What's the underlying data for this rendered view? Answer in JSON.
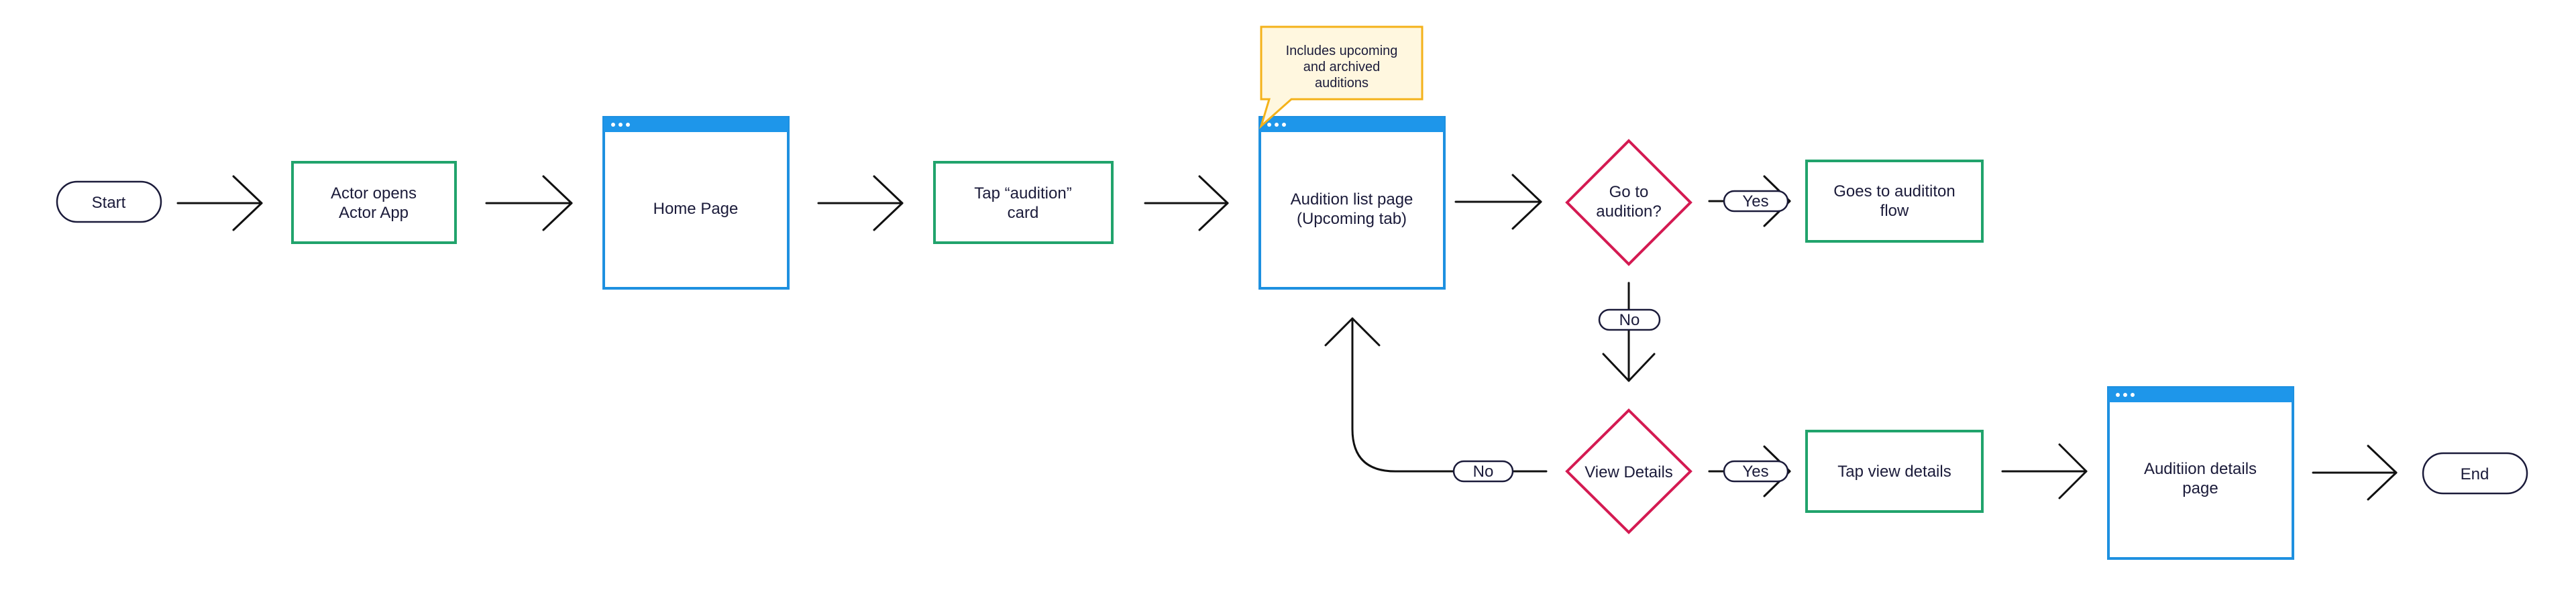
{
  "nodes": {
    "start": "Start",
    "actor_opens": [
      "Actor opens",
      "Actor App"
    ],
    "home_page": "Home Page",
    "tap_audition_card": [
      "Tap “audition”",
      "card"
    ],
    "audition_list": [
      "Audition list page",
      "(Upcoming tab)"
    ],
    "go_to_audition": [
      "Go to",
      "audition?"
    ],
    "goes_to_flow": [
      "Goes to audititon",
      "flow"
    ],
    "view_details": "View Details",
    "tap_view_details": "Tap view details",
    "audition_details": [
      "Auditiion details",
      "page"
    ],
    "end": "End"
  },
  "note": [
    "Includes upcoming",
    "and archived",
    "auditions"
  ],
  "edge_labels": {
    "yes_go": "Yes",
    "no_go": "No",
    "yes_view": "Yes",
    "no_view": "No"
  },
  "colors": {
    "process_border": "#21a36c",
    "page_border": "#1e90e0",
    "page_header": "#1e96ea",
    "decision_border": "#d41a52",
    "note_border": "#f4b21a",
    "note_fill": "#fff7df",
    "text": "#1b1b3a"
  }
}
